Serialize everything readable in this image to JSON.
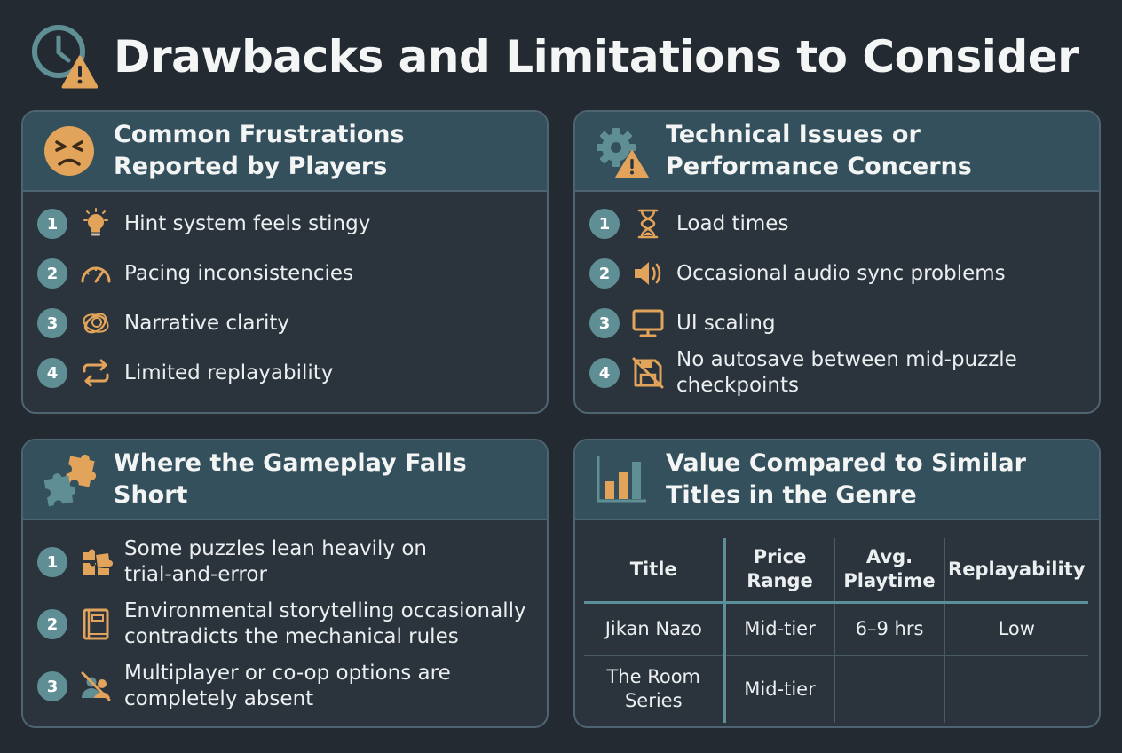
{
  "page": {
    "title": "Drawbacks and Limitations to Consider",
    "icon": "clock-warning-icon"
  },
  "colors": {
    "background": "#232a31",
    "panel": "#2b343d",
    "panel_header": "#34505c",
    "accent": "#e2a35a",
    "badge": "#5f8f95",
    "divider": "#5b8f99"
  },
  "frustrations": {
    "title": "Common Frustrations\nReported by Players",
    "icon": "frustrated-face-icon",
    "items": [
      {
        "num": "1",
        "icon": "lightbulb-icon",
        "text": "Hint system feels stingy"
      },
      {
        "num": "2",
        "icon": "speedometer-icon",
        "text": "Pacing inconsistencies"
      },
      {
        "num": "3",
        "icon": "tangled-scribble-icon",
        "text": "Narrative clarity"
      },
      {
        "num": "4",
        "icon": "repeat-icon",
        "text": "Limited replayability"
      }
    ]
  },
  "technical": {
    "title": "Technical Issues or\nPerformance Concerns",
    "icon": "gear-warning-icon",
    "items": [
      {
        "num": "1",
        "icon": "hourglass-icon",
        "text": "Load times"
      },
      {
        "num": "2",
        "icon": "speaker-icon",
        "text": "Occasional audio sync problems"
      },
      {
        "num": "3",
        "icon": "monitor-icon",
        "text": "UI scaling"
      },
      {
        "num": "4",
        "icon": "no-save-icon",
        "text": "No autosave between mid-puzzle\ncheckpoints"
      }
    ]
  },
  "gameplay": {
    "title": "Where the Gameplay Falls Short",
    "icon": "puzzle-pieces-icon",
    "items": [
      {
        "num": "1",
        "icon": "puzzle-icon",
        "text": "Some puzzles lean heavily on\ntrial-and-error"
      },
      {
        "num": "2",
        "icon": "book-icon",
        "text": "Environmental storytelling occasionally\ncontradicts the mechanical rules"
      },
      {
        "num": "3",
        "icon": "no-multiplayer-icon",
        "text": "Multiplayer or co-op options are\ncompletely absent"
      }
    ]
  },
  "value": {
    "title": "Value Compared to Similar\nTitles in the Genre",
    "icon": "bar-chart-icon",
    "table": {
      "headers": [
        "Title",
        "Price\nRange",
        "Avg.\nPlaytime",
        "Replayability"
      ],
      "rows": [
        [
          "Jikan Nazo",
          "Mid-tier",
          "6–9 hrs",
          "Low"
        ],
        [
          "The Room\nSeries",
          "Mid-tier",
          "",
          ""
        ]
      ]
    }
  }
}
